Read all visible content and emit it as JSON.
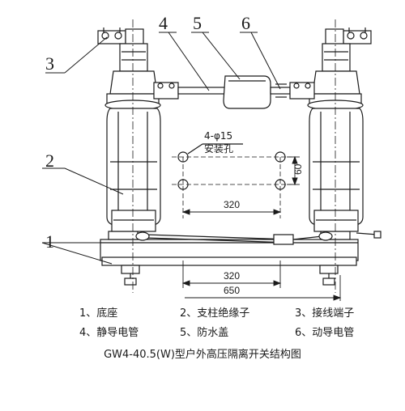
{
  "callouts": [
    "1",
    "2",
    "3",
    "4",
    "5",
    "6"
  ],
  "hole_note": {
    "line1": "4-φ15",
    "line2": "安装孔"
  },
  "dimensions": {
    "top_320": "320",
    "side_60": "60",
    "base_320": "320",
    "base_650": "650"
  },
  "legend": [
    {
      "num": "1、",
      "text": "底座"
    },
    {
      "num": "2、",
      "text": "支柱绝缘子"
    },
    {
      "num": "3、",
      "text": "接线端子"
    },
    {
      "num": "4、",
      "text": "静导电管"
    },
    {
      "num": "5、",
      "text": "防水盖"
    },
    {
      "num": "6、",
      "text": "动导电管"
    }
  ],
  "caption": "GW4-40.5(W)型户外高压隔离开关结构图",
  "colors": {
    "line": "#1a1a1a",
    "fill": "#ffffff"
  }
}
